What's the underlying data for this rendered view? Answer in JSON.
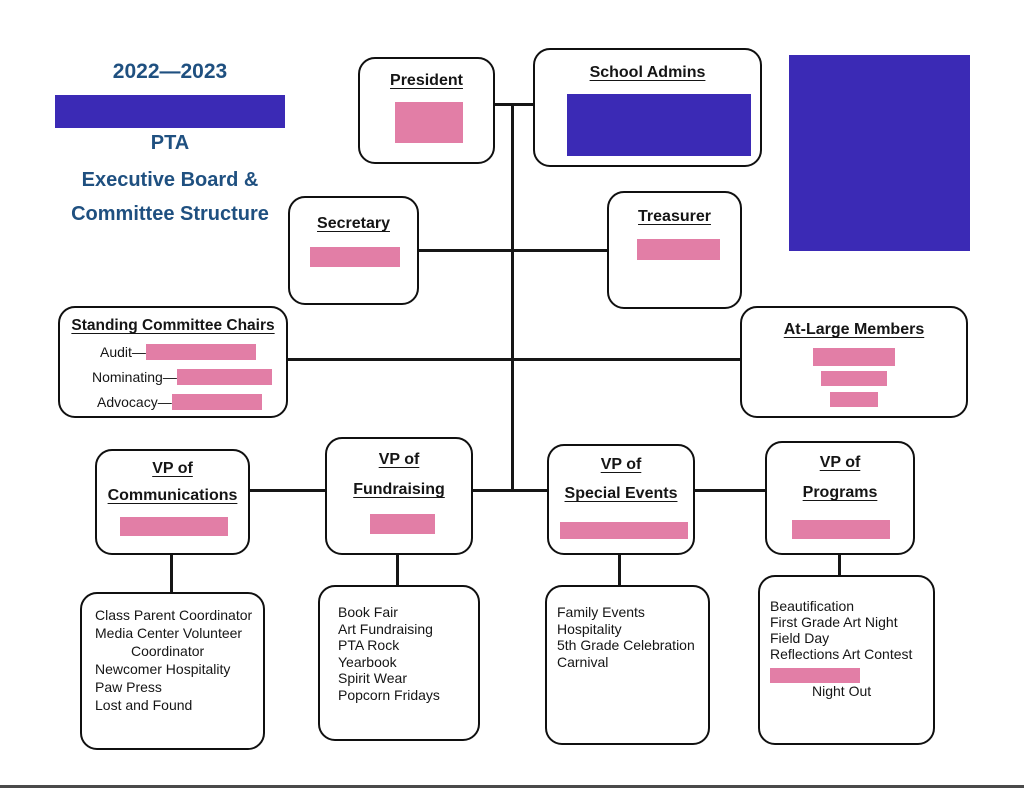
{
  "title": {
    "years": "2022—2023",
    "org": "PTA",
    "line2": "Executive Board &",
    "line3": "Committee Structure"
  },
  "colors": {
    "redaction_purple": "#3b2ab5",
    "redaction_pink": "#e27ea6",
    "title_text": "#1f5080",
    "line_color": "#161616"
  },
  "boxes": {
    "president": {
      "label": "President"
    },
    "school_admins": {
      "label": "School Admins"
    },
    "secretary": {
      "label": "Secretary"
    },
    "treasurer": {
      "label": "Treasurer"
    },
    "standing_committee_chairs": {
      "label": "Standing Committee Chairs",
      "items": [
        "Audit—",
        "Nominating—",
        "Advocacy—"
      ]
    },
    "at_large_members": {
      "label": "At-Large Members"
    },
    "vp_communications": {
      "line1": "VP of",
      "line2": "Communications"
    },
    "vp_fundraising": {
      "line1": "VP of",
      "line2": "Fundraising"
    },
    "vp_special_events": {
      "line1": "VP of",
      "line2": "Special Events"
    },
    "vp_programs": {
      "line1": "VP of",
      "line2": "Programs"
    }
  },
  "lists": {
    "communications": [
      "Class Parent Coordinator",
      "Media Center Volunteer",
      "Coordinator",
      "Newcomer Hospitality",
      "Paw Press",
      "Lost and Found"
    ],
    "fundraising": [
      "Book Fair",
      "Art Fundraising",
      "PTA Rock",
      "Yearbook",
      "Spirit Wear",
      "Popcorn Fridays"
    ],
    "special_events": [
      "Family Events",
      "Hospitality",
      "5th Grade Celebration",
      "Carnival"
    ],
    "programs": [
      "Beautification",
      "First Grade Art Night",
      "Field Day",
      "Reflections Art Contest"
    ],
    "programs_last_line": "Night Out"
  }
}
